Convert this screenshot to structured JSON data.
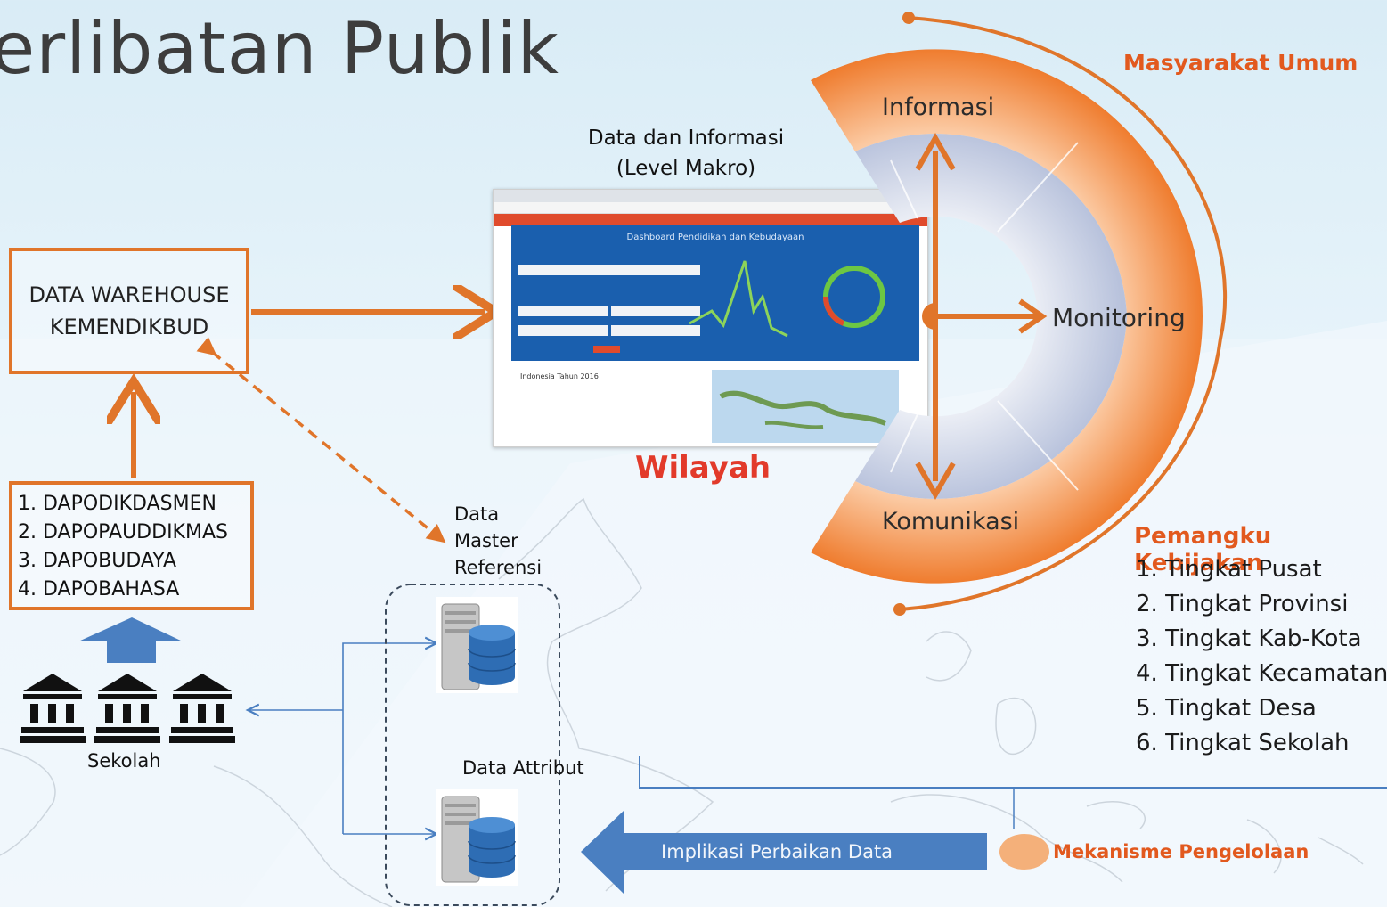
{
  "title": "erlibatan Publik",
  "warehouse": {
    "line1": "DATA WAREHOUSE",
    "line2": "KEMENDIKBUD"
  },
  "sources": [
    "1. DAPODIKDASMEN",
    "2. DAPOPAUDDIKMAS",
    "3. DAPOBUDAYA",
    "4. DAPOBAHASA"
  ],
  "school_label": "Sekolah",
  "master_ref": {
    "line1": "Data",
    "line2": "Master",
    "line3": "Referensi"
  },
  "attribute_label": "Data Attribut",
  "data_info": {
    "line1": "Data dan Informasi",
    "line2": "(Level Makro)"
  },
  "wilayah": "Wilayah",
  "dashboard": {
    "header": "Dashboard Pendidikan dan Kebudayaan",
    "subheader": "Indonesia Tahun 2016"
  },
  "ring": {
    "top": "Informasi",
    "right": "Monitoring",
    "bottom": "Komunikasi"
  },
  "public": "Masyarakat Umum",
  "stakeholders": {
    "title": "Pemangku Kebijakan",
    "items": [
      "1. Tingkat Pusat",
      "2. Tingkat Provinsi",
      "3. Tingkat Kab-Kota",
      "4. Tingkat Kecamatan",
      "5. Tingkat Desa",
      "6. Tingkat Sekolah"
    ]
  },
  "feedback_arrow": "Implikasi Perbaikan Data",
  "mechanism": "Mekanisme Pengelolaan",
  "colors": {
    "orange": "#e0752a",
    "orange_text": "#e2591e",
    "blue_arrow": "#4a7fc1",
    "dark_text": "#222222"
  }
}
